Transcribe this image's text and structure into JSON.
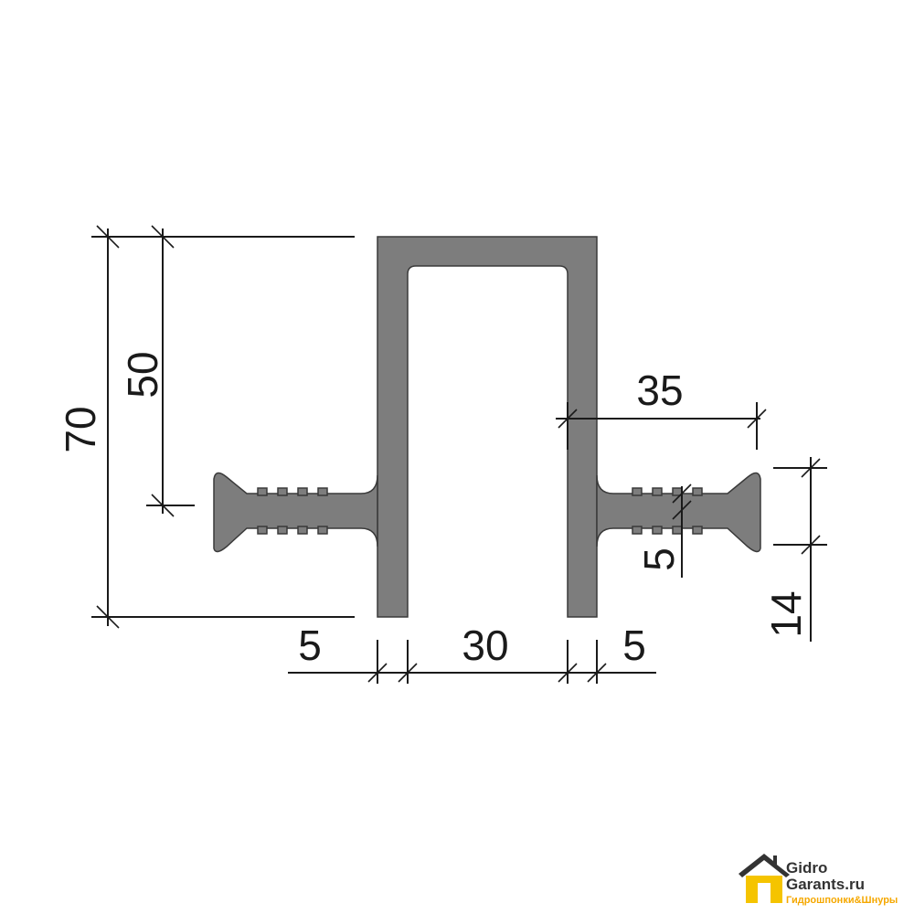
{
  "dimensions": {
    "height_total": "70",
    "height_upper": "50",
    "width_left_wall": "5",
    "width_inner": "30",
    "width_right_wall": "5",
    "flange_length": "35",
    "flange_thickness": "5",
    "flange_height": "14"
  },
  "logo": {
    "line1": "Gidro",
    "line2": "Garants.ru",
    "tagline": "Гидрошпонки&Шнуры"
  },
  "colors": {
    "profile_fill": "#7d7d7d",
    "line": "#1a1a1a",
    "logo_yellow": "#f5c400",
    "logo_dark": "#333333"
  }
}
